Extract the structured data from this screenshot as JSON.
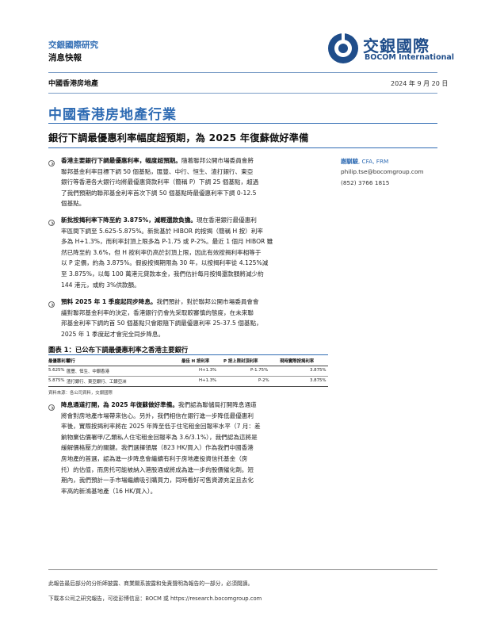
{
  "header": {
    "brand_cn": "交銀國際研究",
    "report_kind": "消息快報",
    "logo_cn": "交銀國際",
    "logo_en": "BOCOM International"
  },
  "sector_tag": "中國香港房地產",
  "date": "2024 年 9 月 20 日",
  "page_title": "中國香港房地產行業",
  "headline": "銀行下調最優惠利率幅度超預期，為 2025 年復蘇做好準備",
  "analyst": {
    "name": "謝騏駿",
    "credentials": ", CFA, FRM",
    "email": "philip.tse@bocomgroup.com",
    "phone": "(852) 3766 1815"
  },
  "paragraphs": [
    {
      "lead": "香港主要銀行下調最優惠利率，幅度超預期。",
      "lines": [
        "隨着聯邦公開市場委員會將",
        "聯邦基金利率目標下調 50 個基點，匯豐、中行、恒生、渣打銀行、東亞",
        "銀行等香港各大銀行均將最優惠貸款利率（簡稱 P）下調 25 個基點，超過",
        "了我們預期的聯邦基金利率首次下調 50 個基點時最優惠利率下調 0-12.5",
        "個基點。"
      ]
    },
    {
      "lead": "新批按揭利率下降至約 3.875%，減輕還款負擔。",
      "lines": [
        "現在香港銀行最優惠利",
        "率區間下調至 5.625-5.875%。新批基於 HIBOR 的按揭（簡稱 H 按）利率",
        "多為 H+1.3%，而利率封頂上限多為 P-1.75 或 P-2%。最近 1 個月 HIBOR 雖",
        "然已降至約 3.6%，但 H 按利率仍高於封頂上限，因此有效按揭利率相等于",
        "以 P 定價，約為 3.875%。假設按揭期限為 30 年，以按揭利率從 4.125%減",
        "至 3.875%，以每 100 萬港元貸款本金，我們估計每月按揭還款額將減少約",
        "144 港元，或約 3%供款額。"
      ]
    },
    {
      "lead": "預料 2025 年 1 季度起同步降息。",
      "lines": [
        "我們預計，對於聯邦公開市場委員會會",
        "議對聯邦基金利率的決定，香港銀行仍會先采取較審慎的態度，在未來聯",
        "邦基金利率下調的首 50 個基點只會跟隨下調最優惠利率 25-37.5 個基點，",
        "2025 年 1 季度起才會完全同步降息。"
      ]
    },
    {
      "lead": "降息通道打開，為 2025 年復蘇做好準備。",
      "lines": [
        "我們認為聯儲局打開降息通道",
        "將會對房地產市場帶來信心。另外，我們相信在銀行進一步降低最優惠利",
        "率後，實際按揭利率將在 2025 年降至低于住宅租金回報率水平（7 月：差",
        "餉物業估價署甲/乙類私人住宅租金回報率為 3.6/3.1%），我們認為這將是",
        "緩解價格壓力的關鍵。我們選擇領展（823 HK/買入）作為我們中國香港",
        "房地產的首選，認為進一步降息會繼續有利于房地產投資信托基金（房",
        "托）的估值，而房托可能被納入港股通或將成為進一步的股價催化劑。短",
        "期內，我們預計一手市場繼續吸引購買力，同時看好可售資源充足且去化",
        "率高的新鴻基地產（16 HK/買入）。"
      ]
    }
  ],
  "figure": {
    "title": "圖表 1：已公布下調最優惠利率之香港主要銀行",
    "headers": [
      "最優惠利率",
      "銀行",
      "最佳 H 按利率",
      "P 按上限封頂利率",
      "現時實際按揭利率"
    ],
    "rows": [
      [
        "5.625%",
        "匯豐、恒生、中銀香港",
        "H+1.3%",
        "P-1.75%",
        "3.875%"
      ],
      [
        "5.875%",
        "渣打銀行、東亞銀行、工銀亞洲",
        "H+1.3%",
        "P-2%",
        "3.875%"
      ]
    ],
    "source": "資料來源：各公司資料，交銀國際"
  },
  "footer": {
    "line1": "此報告最后部分的分析師披露、商業關系披露和免責聲明為報告的一部分，必須閱讀。",
    "line2": "下載本公司之研究報告，可從彭博信息：BOCM 或 https://research.bocomgroup.com"
  },
  "colors": {
    "brand_blue": "#2e6bb3",
    "logo_navy": "#1f4d8a"
  }
}
